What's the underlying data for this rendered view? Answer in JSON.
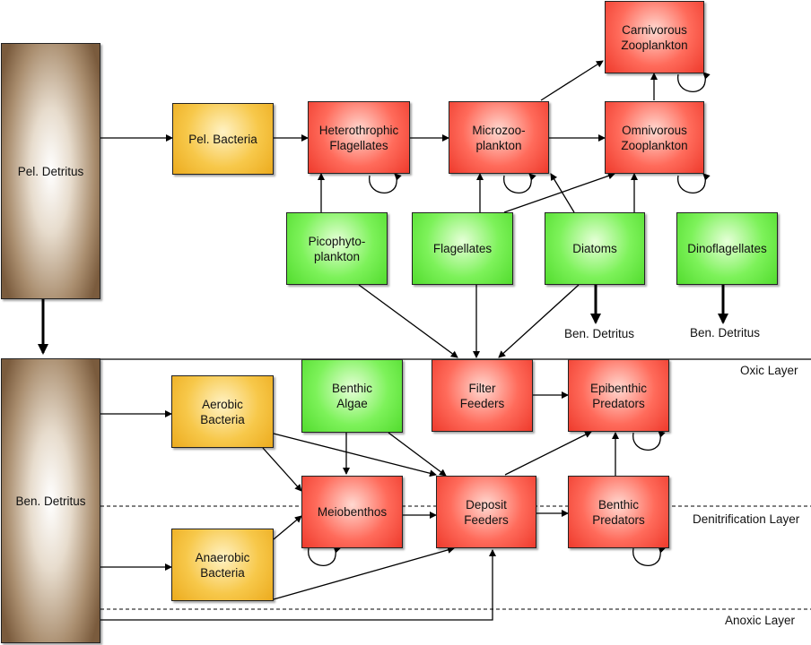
{
  "colors": {
    "bacteria": "#f7c84a",
    "consumer": "#ff6b5b",
    "producer": "#7df25a",
    "detritus_dark": "#8a6a4a",
    "detritus_light": "#ffffff"
  },
  "detritus": {
    "pelagic": "Pel. Detritus",
    "benthic": "Ben. Detritus"
  },
  "nodes": {
    "pel_bacteria": "Pel. Bacteria",
    "het_flagellates": "Heterothrophic\nFlagellates",
    "microzooplankton": "Microzoo-\nplankton",
    "omnivorous_zoo": "Omnivorous\nZooplankton",
    "carnivorous_zoo": "Carnivorous\nZooplankton",
    "picophytoplankton": "Picophyto-\nplankton",
    "flagellates": "Flagellates",
    "diatoms": "Diatoms",
    "dinoflagellates": "Dinoflagellates",
    "aerobic_bacteria": "Aerobic\nBacteria",
    "anaerobic_bacteria": "Anaerobic\nBacteria",
    "benthic_algae": "Benthic\nAlgae",
    "filter_feeders": "Filter\nFeeders",
    "epibenthic_predators": "Epibenthic\nPredators",
    "meiobenthos": "Meiobenthos",
    "deposit_feeders": "Deposit\nFeeders",
    "benthic_predators": "Benthic\nPredators"
  },
  "sinks": {
    "diatoms_sink": "Ben. Detritus",
    "dinoflagellates_sink": "Ben. Detritus"
  },
  "layers": {
    "oxic": "Oxic Layer",
    "denitrification": "Denitrification Layer",
    "anoxic": "Anoxic Layer"
  }
}
